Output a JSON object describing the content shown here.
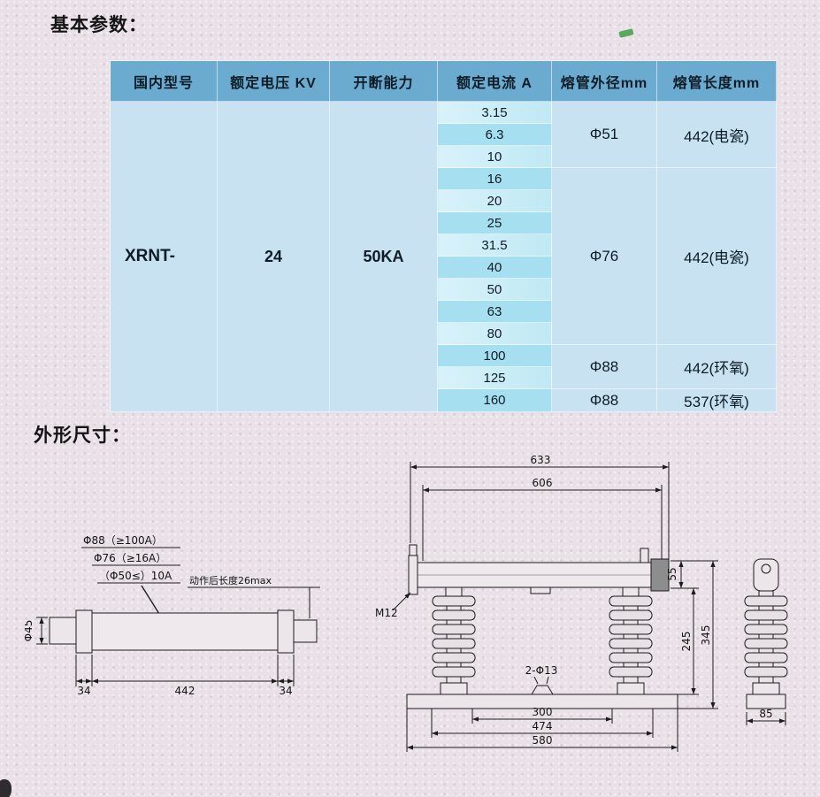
{
  "page": {
    "title_params": "基本参数：",
    "title_dims": "外形尺寸："
  },
  "table": {
    "headers": [
      "国内型号",
      "额定电压 KV",
      "开断能力",
      "额定电流 A",
      "熔管外径mm",
      "熔管长度mm"
    ],
    "model": "XRNT-",
    "voltage_kv": "24",
    "breaking_capacity": "50KA",
    "currents": [
      "3.15",
      "6.3",
      "10",
      "16",
      "20",
      "25",
      "31.5",
      "40",
      "50",
      "63",
      "80",
      "100",
      "125",
      "160"
    ],
    "groups": [
      {
        "diameter": "Φ51",
        "length": "442(电瓷)"
      },
      {
        "diameter": "Φ76",
        "length": "442(电瓷)"
      },
      {
        "diameter": "Φ88",
        "length": "442(环氧)"
      },
      {
        "diameter": "Φ88",
        "length": "537(环氧)"
      }
    ]
  },
  "fuse_drawing": {
    "dia_labels": [
      "Φ88（≥100A）",
      "Φ76（≥16A）",
      "（Φ50≤）10A"
    ],
    "striker_label": "动作后长度26max",
    "dim_diameter": "Φ45",
    "dim_cap_left": "34",
    "dim_body": "442",
    "dim_cap_right": "34"
  },
  "mount_drawing": {
    "dim_total_width": "633",
    "dim_inner_width": "606",
    "dim_tube_height": "55",
    "bolt_label": "M12",
    "dim_insulator_height": "245",
    "dim_total_height": "345",
    "holes_label": "2-Φ13",
    "dim_hole_span": "300",
    "dim_mount_span": "474",
    "dim_base_width": "580",
    "dim_side_width": "85"
  },
  "colors": {
    "page_bg": "#e9e1e7",
    "header_bg": "#6cabd0",
    "body_bg": "#c8e2f2",
    "row_light": "#d9f2fa",
    "row_cyan": "#a6dff0"
  }
}
